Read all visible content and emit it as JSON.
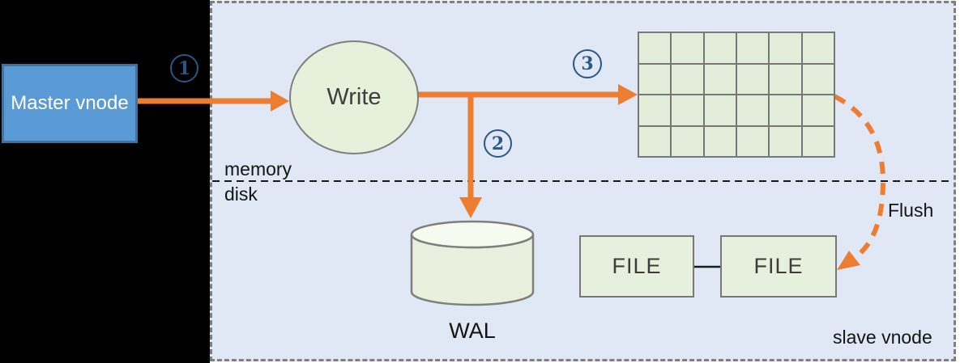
{
  "diagram": {
    "master_node": {
      "label": "Master vnode"
    },
    "write_node": {
      "label": "Write"
    },
    "steps": [
      {
        "number": "1"
      },
      {
        "number": "2"
      },
      {
        "number": "3"
      }
    ],
    "labels": {
      "memory": "memory",
      "disk": "disk",
      "wal": "WAL",
      "flush": "Flush",
      "slave_vnode": "slave vnode"
    },
    "files": [
      {
        "label": "FILE"
      },
      {
        "label": "FILE"
      }
    ],
    "memtable_grid": {
      "rows": 4,
      "cols": 6
    },
    "colors": {
      "accent_orange": "#ED7D31",
      "master_fill": "#5B9BD5",
      "master_border": "#41719C",
      "shape_fill": "#E7F0DC",
      "shape_border": "#7F7F7F",
      "grid_cell": "#E3EEDA",
      "cylinder_top": "#F6FAEF",
      "panel_bg": "#DFE8F4",
      "step_color": "#2A5784",
      "line_color": "#1A1A1A",
      "canvas_black": "#000000"
    }
  }
}
